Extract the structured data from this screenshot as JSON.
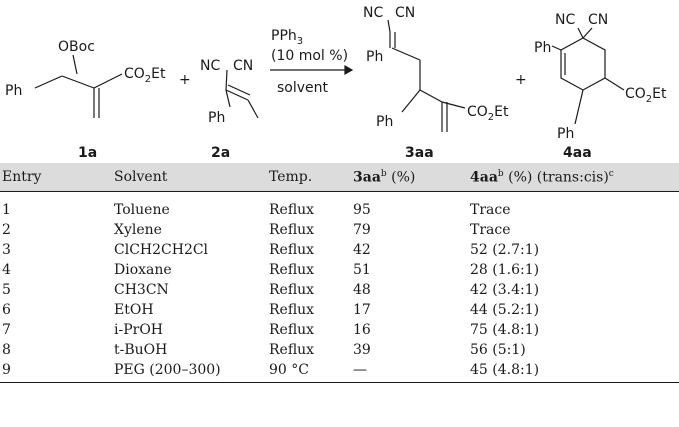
{
  "scheme": {
    "reagent_top": "PPh",
    "reagent_top_sub": "3",
    "reagent_mid": "(10 mol %)",
    "reagent_bottom": "solvent",
    "plus": "+",
    "compound_1a": {
      "label": "1a",
      "group_oboc": "OBoc",
      "group_ph": "Ph",
      "group_ester": "CO",
      "group_ester_sub": "2",
      "group_ester_tail": "Et"
    },
    "compound_2a": {
      "label": "2a",
      "nc": "NC",
      "cn": "CN",
      "ph": "Ph"
    },
    "compound_3aa": {
      "label": "3aa",
      "nc": "NC",
      "cn": "CN",
      "ph1": "Ph",
      "ph2": "Ph",
      "ester": "CO",
      "ester_sub": "2",
      "ester_tail": "Et"
    },
    "compound_4aa": {
      "label": "4aa",
      "nc": "NC",
      "cn": "CN",
      "ph1": "Ph",
      "ph2": "Ph",
      "ester": "CO",
      "ester_sub": "2",
      "ester_tail": "Et"
    }
  },
  "table": {
    "headers": {
      "entry": "Entry",
      "solvent": "Solvent",
      "temp": "Temp.",
      "yield3_compound": "3aa",
      "yield3_sup": "b",
      "yield3_unit": " (%)",
      "yield4_compound": "4aa",
      "yield4_sup": "b",
      "yield4_unit": " (%) (trans:cis)",
      "yield4_sup2": "c"
    },
    "rows": [
      {
        "entry": "1",
        "solvent": "Toluene",
        "temp": "Reflux",
        "yield3": "95",
        "yield4": "Trace"
      },
      {
        "entry": "2",
        "solvent": "Xylene",
        "temp": "Reflux",
        "yield3": "79",
        "yield4": "Trace"
      },
      {
        "entry": "3",
        "solvent": "ClCH2CH2Cl",
        "temp": "Reflux",
        "yield3": "42",
        "yield4": "52 (2.7:1)"
      },
      {
        "entry": "4",
        "solvent": "Dioxane",
        "temp": "Reflux",
        "yield3": "51",
        "yield4": "28 (1.6:1)"
      },
      {
        "entry": "5",
        "solvent": "CH3CN",
        "temp": "Reflux",
        "yield3": "48",
        "yield4": "42 (3.4:1)"
      },
      {
        "entry": "6",
        "solvent": "EtOH",
        "temp": "Reflux",
        "yield3": "17",
        "yield4": "44 (5.2:1)"
      },
      {
        "entry": "7",
        "solvent": "i-PrOH",
        "temp": "Reflux",
        "yield3": "16",
        "yield4": "75 (4.8:1)"
      },
      {
        "entry": "8",
        "solvent": "t-BuOH",
        "temp": "Reflux",
        "yield3": "39",
        "yield4": "56 (5:1)"
      },
      {
        "entry": "9",
        "solvent": "PEG (200–300)",
        "temp": "90 °C",
        "yield3": "—",
        "yield4": "45 (4.8:1)"
      }
    ]
  }
}
